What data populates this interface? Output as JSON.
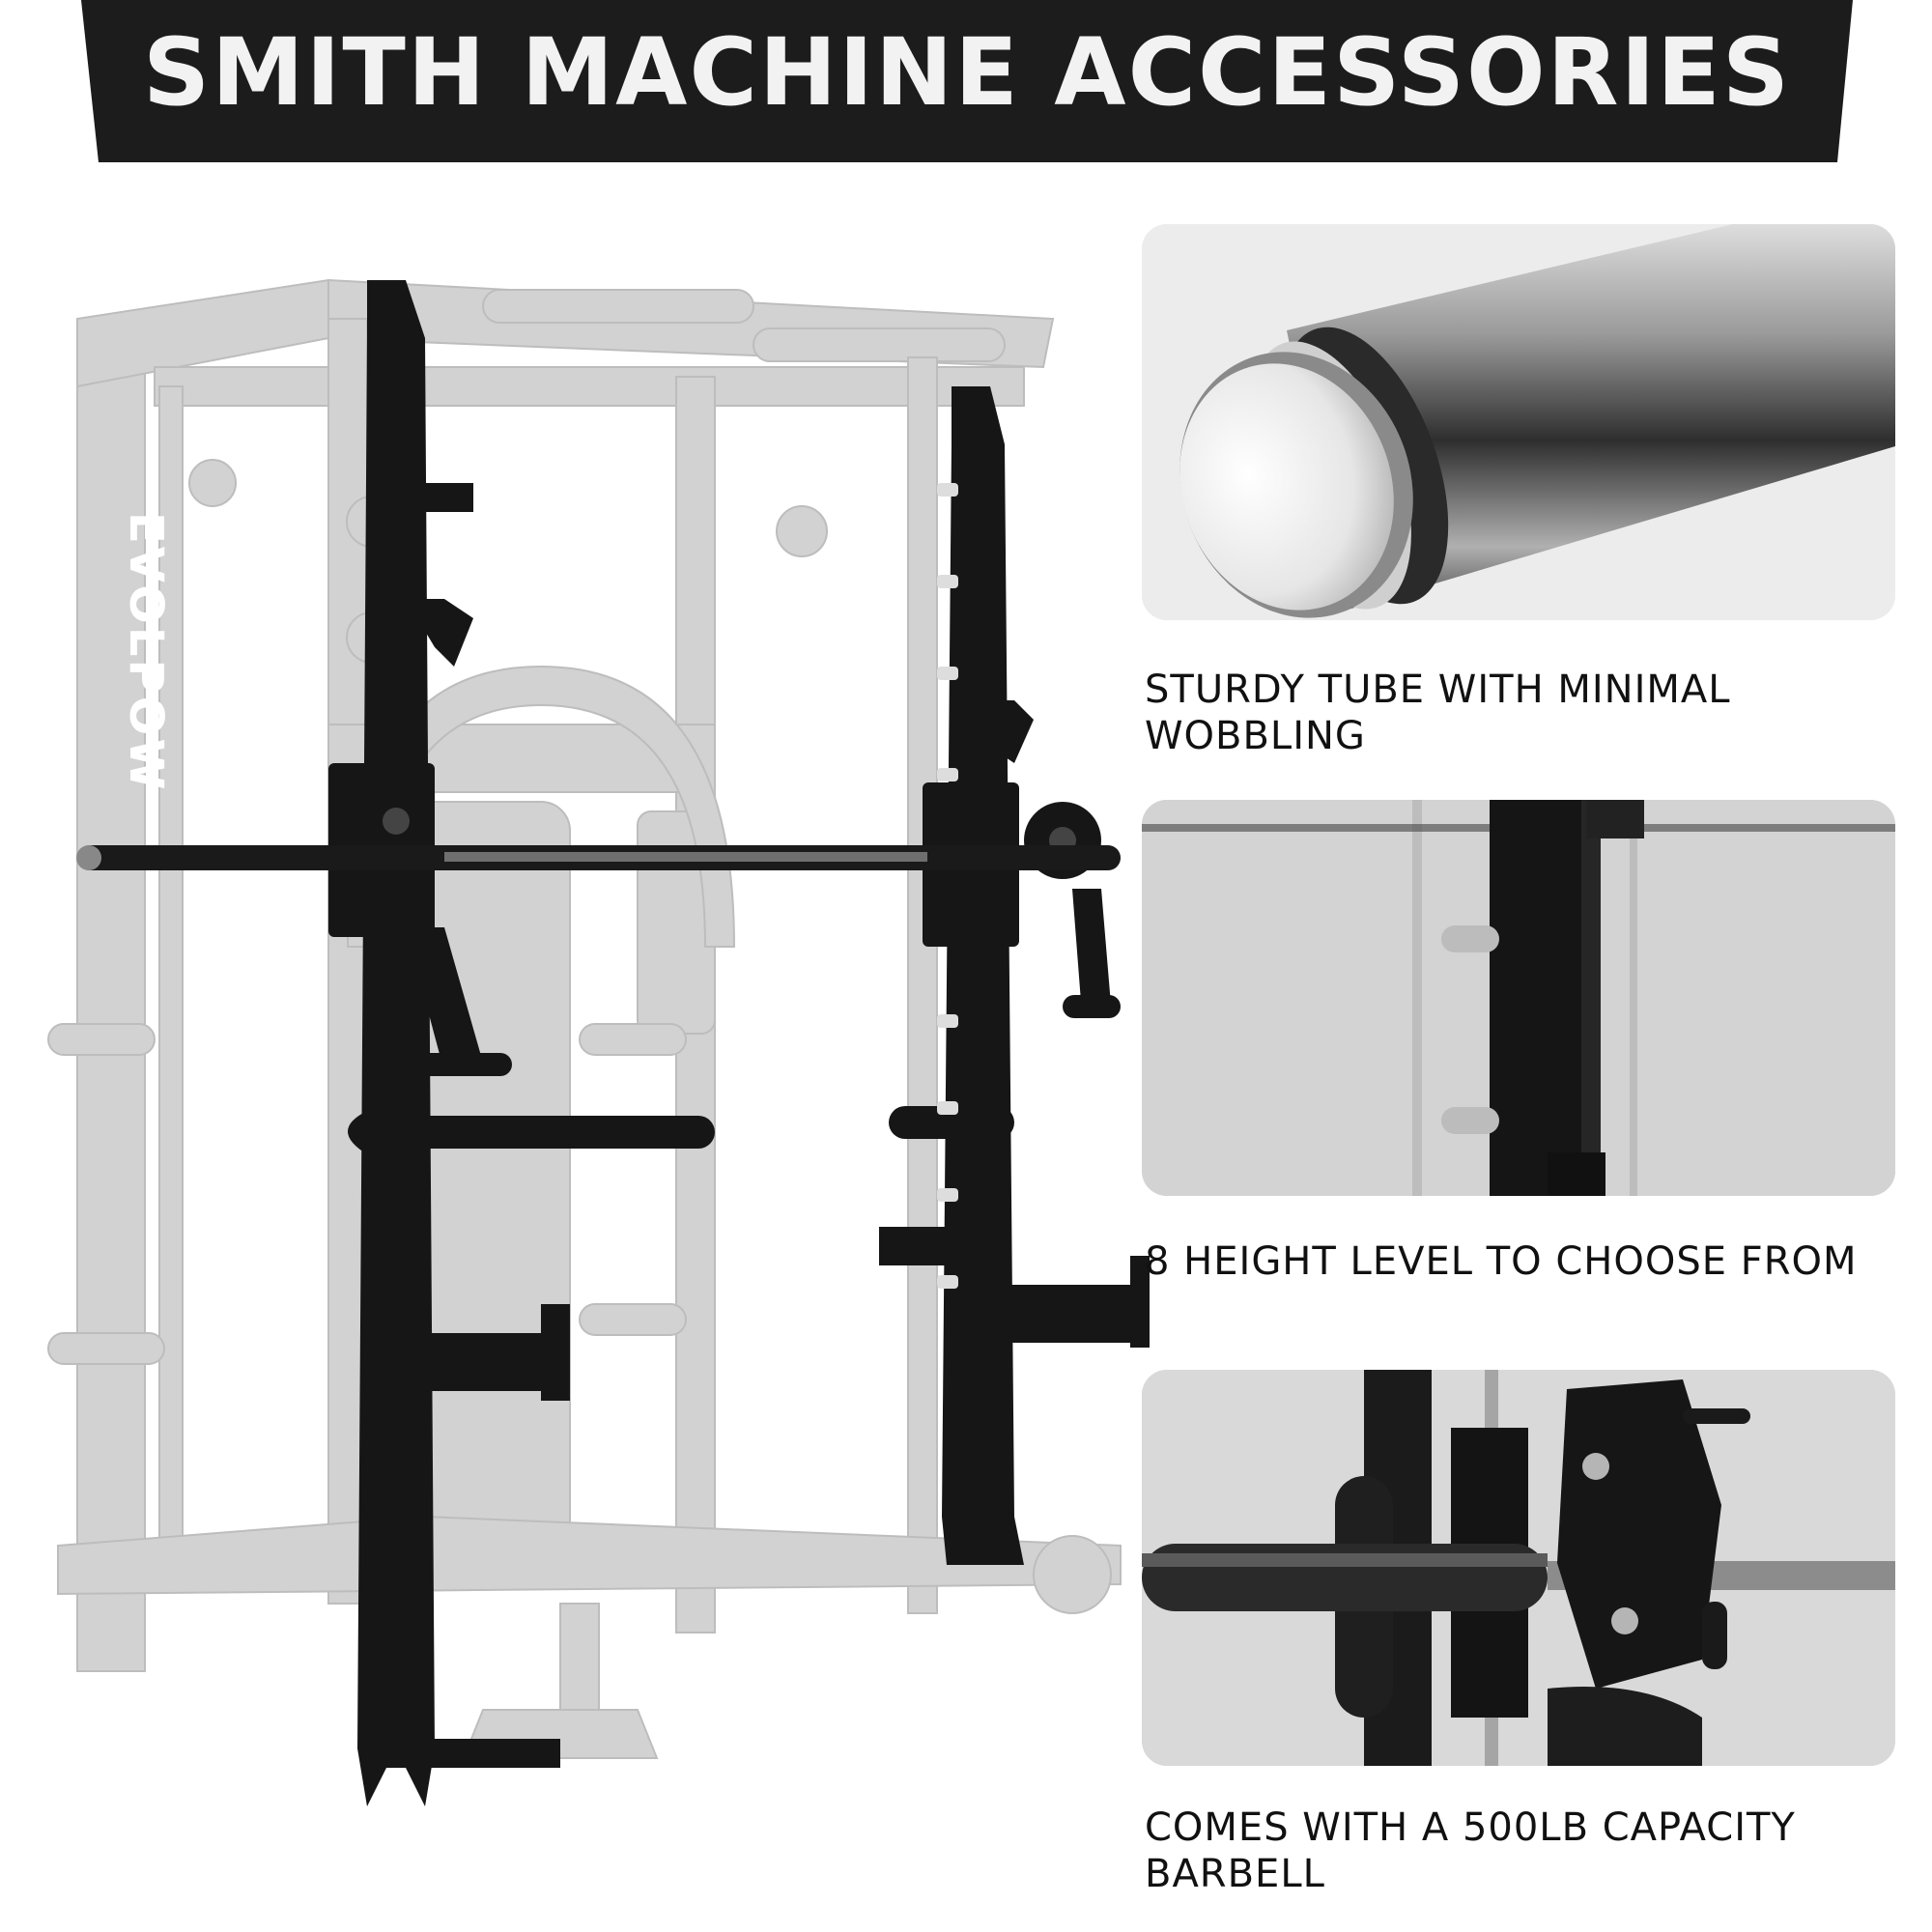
{
  "banner": {
    "title": "SMITH MACHINE ACCESSORIES"
  },
  "machine": {
    "brand": "EVOLPOW"
  },
  "features": [
    {
      "caption": "STURDY TUBE WITH MINIMAL WOBBLING"
    },
    {
      "caption": "8 HEIGHT LEVEL TO CHOOSE FROM"
    },
    {
      "caption": "COMES WITH A 500LB CAPACITY BARBELL"
    }
  ],
  "colors": {
    "banner_bg": "#1c1c1c",
    "banner_text": "#f2f2f2",
    "frame_black": "#161616",
    "frame_ghost": "#cfcfcf"
  }
}
